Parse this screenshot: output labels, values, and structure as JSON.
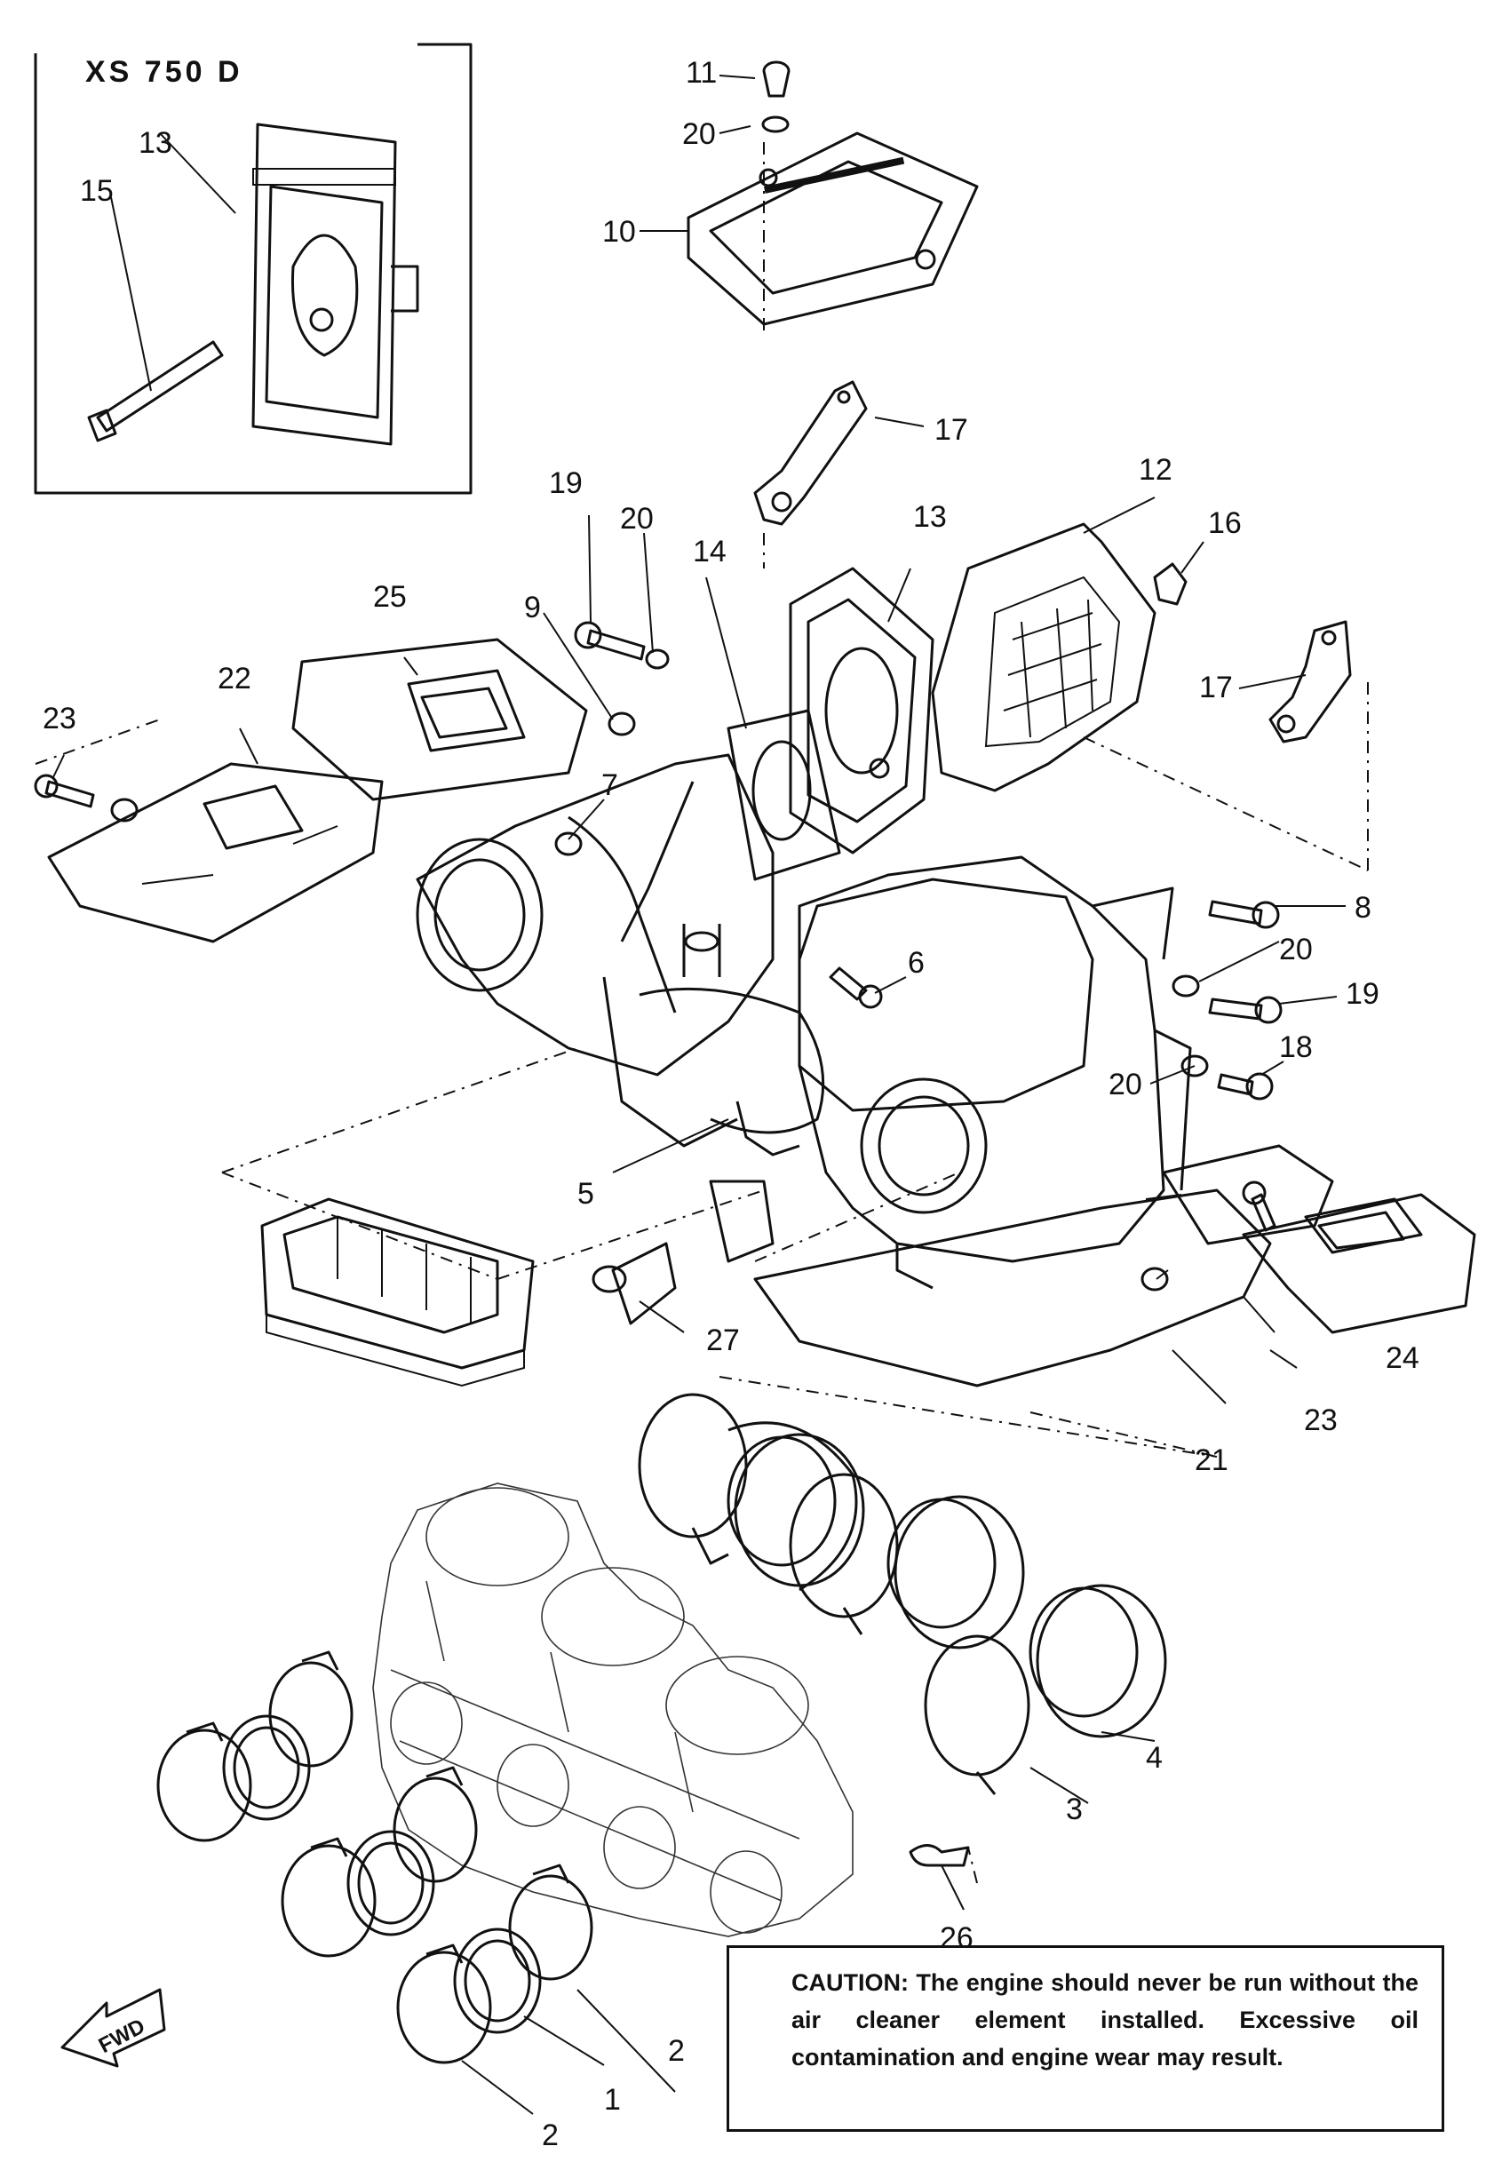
{
  "inset": {
    "title": "XS 750 D",
    "labels": {
      "l13": "13",
      "l15": "15"
    }
  },
  "labels": {
    "l1": "1",
    "l2a": "2",
    "l2b": "2",
    "l3": "3",
    "l4": "4",
    "l5": "5",
    "l6": "6",
    "l7": "7",
    "l8": "8",
    "l9": "9",
    "l10": "10",
    "l11": "11",
    "l12": "12",
    "l13": "13",
    "l14": "14",
    "l16": "16",
    "l17a": "17",
    "l17b": "17",
    "l18": "18",
    "l19a": "19",
    "l19b": "19",
    "l20a": "20",
    "l20b": "20",
    "l20c": "20",
    "l20d": "20",
    "l21": "21",
    "l22": "22",
    "l23a": "23",
    "l23b": "23",
    "l24": "24",
    "l25": "25",
    "l26": "26",
    "l27": "27"
  },
  "fwd_label": "FWD",
  "caution": "CAUTION: The engine should never be run without the air cleaner element installed. Excessive oil contamination and engine wear may result."
}
